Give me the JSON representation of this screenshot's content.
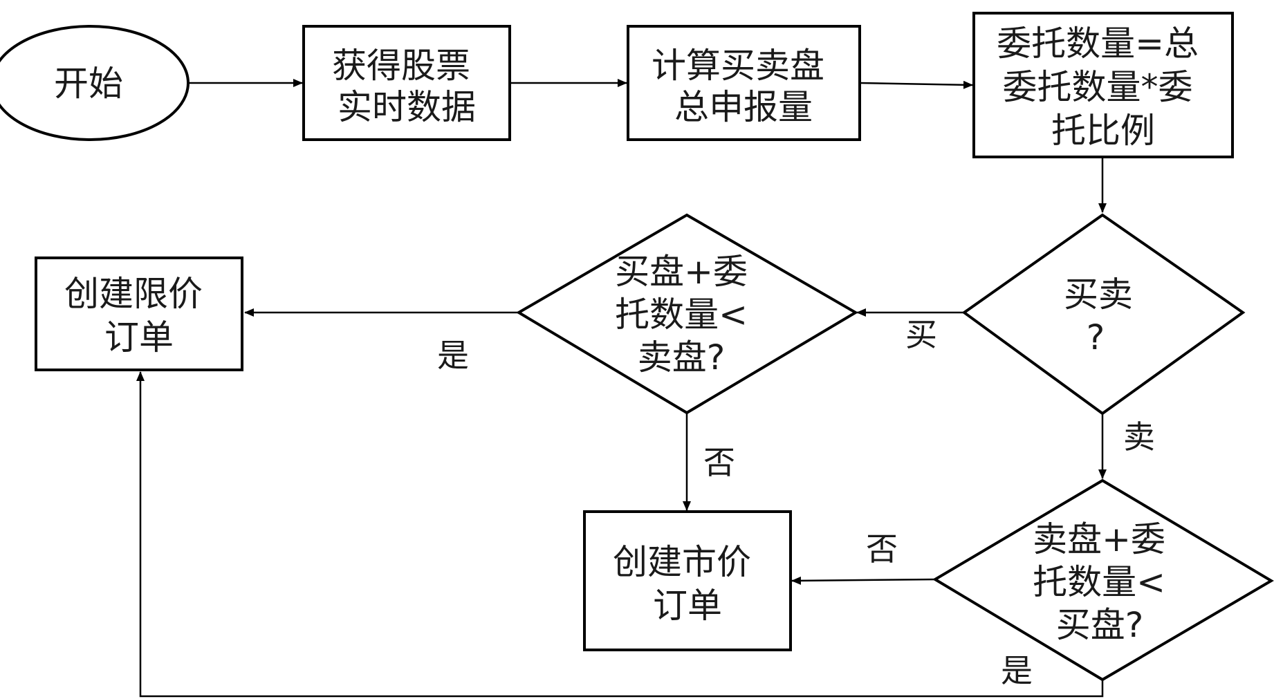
{
  "nodes": {
    "start": {
      "lines": [
        "开始"
      ]
    },
    "get_data": {
      "lines": [
        "获得股票",
        "实时数据"
      ]
    },
    "calc_volume": {
      "lines": [
        "计算买卖盘",
        "总申报量"
      ]
    },
    "order_qty": {
      "lines": [
        "委托数量=总",
        "委托数量*委",
        "托比例"
      ]
    },
    "buy_or_sell": {
      "lines": [
        "买卖",
        "?"
      ]
    },
    "buy_check": {
      "lines": [
        "买盘+委",
        "托数量<",
        "卖盘?"
      ]
    },
    "sell_check": {
      "lines": [
        "卖盘+委",
        "托数量<",
        "买盘?"
      ]
    },
    "limit_order": {
      "lines": [
        "创建限价",
        "订单"
      ]
    },
    "market_order": {
      "lines": [
        "创建市价",
        "订单"
      ]
    }
  },
  "edge_labels": {
    "buy": "买",
    "sell": "卖",
    "buy_check_yes": "是",
    "buy_check_no": "否",
    "sell_check_no": "否",
    "sell_check_yes": "是"
  },
  "colors": {
    "stroke": "#000000",
    "fill": "#ffffff",
    "text": "#1a1a1a"
  }
}
